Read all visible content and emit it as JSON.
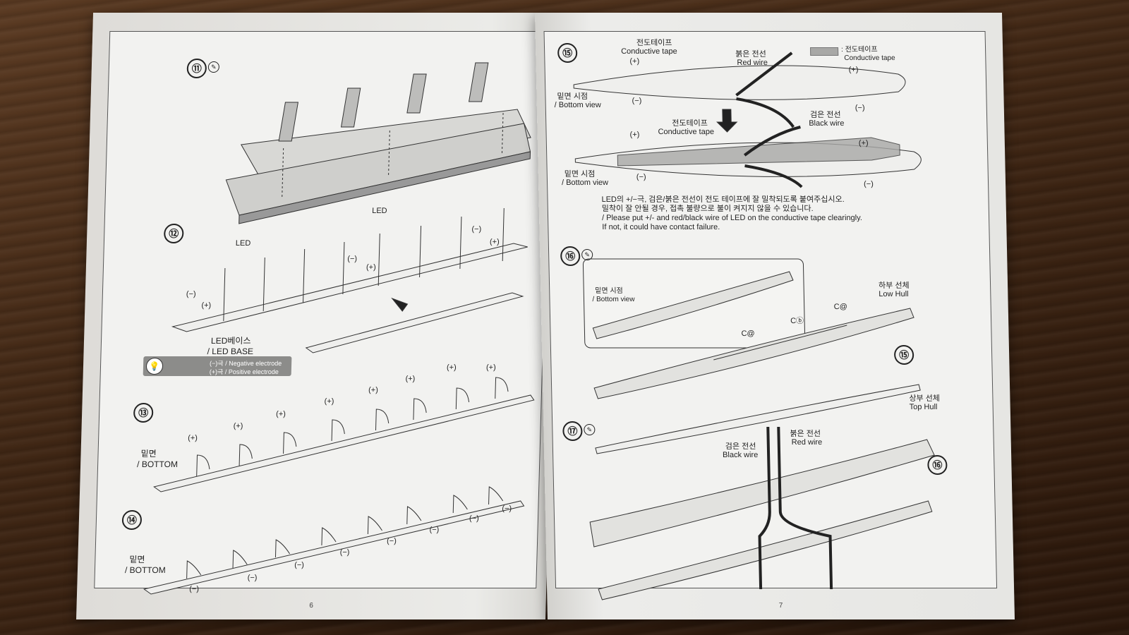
{
  "left_page": {
    "page_number": "6",
    "steps": [
      "⑪",
      "⑫",
      "⑬",
      "⑭"
    ],
    "step12": {
      "led_label_1": "LED",
      "led_label_2": "LED",
      "minus": "(−)",
      "plus": "(+)",
      "led_base_kr": "LED베이스",
      "led_base_en": "/ LED BASE"
    },
    "legend": {
      "negative": "(−)극 / Negative electrode",
      "positive": "(+)극 / Positive electrode"
    },
    "step13": {
      "bottom_kr": "밑면",
      "bottom_en": "/ BOTTOM",
      "plus": "(+)"
    },
    "step14": {
      "bottom_kr": "밑면",
      "bottom_en": "/ BOTTOM",
      "minus": "(−)"
    }
  },
  "right_page": {
    "page_number": "7",
    "steps": [
      "⑮",
      "⑯",
      "⑰"
    ],
    "step15": {
      "tape_kr": "전도테이프",
      "tape_en": "Conductive tape",
      "red_kr": "붉은 전선",
      "red_en": "Red wire",
      "black_kr": "검은 전선",
      "black_en": "Black wire",
      "bottom_kr": "밑면 시점",
      "bottom_en": "/ Bottom view",
      "key_kr": ": 전도테이프",
      "key_en": "Conductive tape",
      "plus": "(+)",
      "minus": "(−)",
      "note_kr_1": "LED의 +/−극, 검은/붉은 전선이 전도 테이프에 잘 밀착되도록 붙여주십시오.",
      "note_kr_2": "밀착이 잘 안될 경우, 접촉 불량으로 불이 켜지지 않을 수 있습니다.",
      "note_en_1": "/ Please put +/- and red/black wire of LED on the conductive tape clearingly.",
      "note_en_2": "If not, it could have contact failure."
    },
    "step16": {
      "bottom_kr": "밑면 시점",
      "bottom_en": "/ Bottom view",
      "low_hull_kr": "하부 선체",
      "low_hull_en": "Low Hull",
      "ca": "C@",
      "cb": "Cⓑ",
      "ref15": "⑮"
    },
    "step17": {
      "top_hull_kr": "상부 선체",
      "top_hull_en": "Top Hull",
      "red_kr": "붉은 전선",
      "red_en": "Red wire",
      "black_kr": "검은 전선",
      "black_en": "Black wire",
      "ref16": "⑯"
    }
  },
  "colors": {
    "paper": "#ebebe8",
    "ink": "#222222",
    "tape": "#a8a8a6",
    "table": "#3f2614"
  },
  "icons": [
    "glue-icon",
    "led-bulb-icon",
    "arrow-down-icon"
  ]
}
